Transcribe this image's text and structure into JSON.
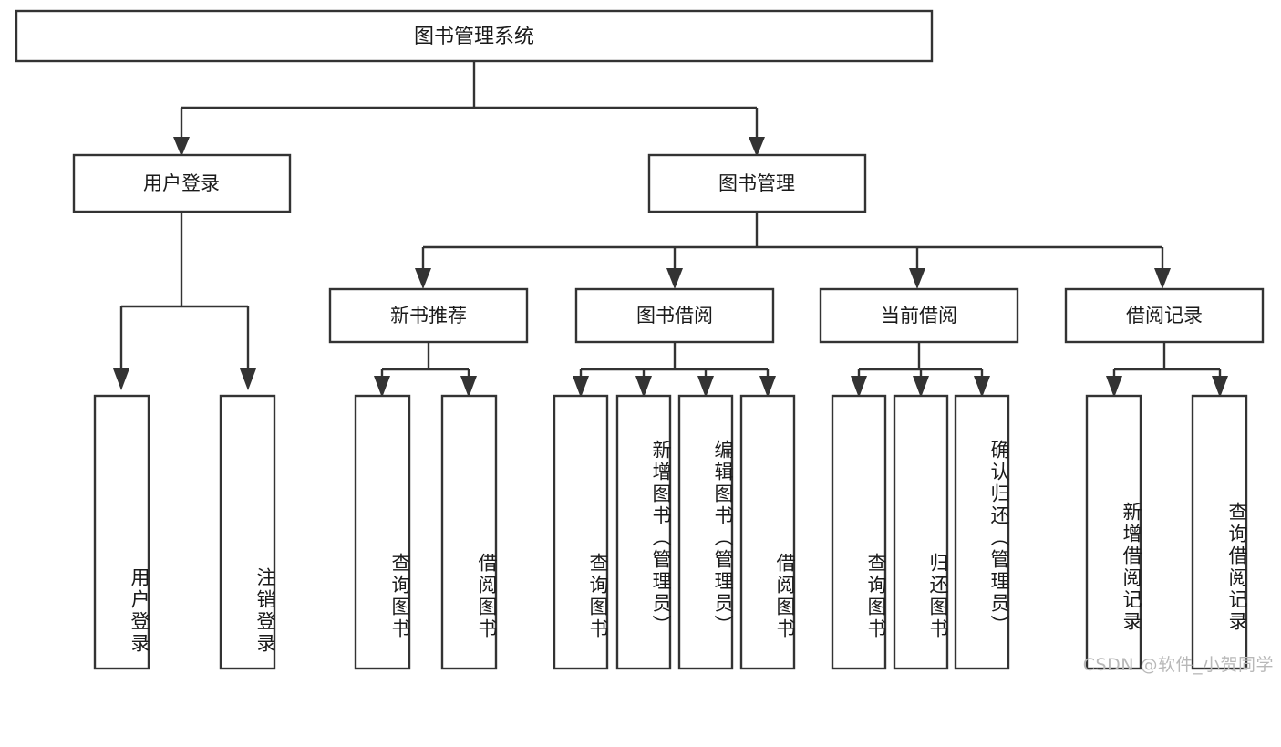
{
  "diagram": {
    "title": "图书管理系统",
    "type": "tree-hierarchy",
    "root": {
      "id": "root",
      "label": "图书管理系统",
      "orientation": "horizontal"
    },
    "level2": [
      {
        "id": "user-login",
        "label": "用户登录",
        "orientation": "horizontal"
      },
      {
        "id": "book-manage",
        "label": "图书管理",
        "orientation": "horizontal"
      }
    ],
    "level3": [
      {
        "id": "new-book-recommend",
        "label": "新书推荐",
        "orientation": "horizontal",
        "parent": "book-manage"
      },
      {
        "id": "book-borrow",
        "label": "图书借阅",
        "orientation": "horizontal",
        "parent": "book-manage"
      },
      {
        "id": "current-borrow",
        "label": "当前借阅",
        "orientation": "horizontal",
        "parent": "book-manage"
      },
      {
        "id": "borrow-record",
        "label": "借阅记录",
        "orientation": "horizontal",
        "parent": "book-manage"
      }
    ],
    "leaves": [
      {
        "id": "leaf-user-login",
        "label": "用户登录",
        "orientation": "vertical",
        "parent": "user-login"
      },
      {
        "id": "leaf-user-logout",
        "label": "注销登录",
        "orientation": "vertical",
        "parent": "user-login"
      },
      {
        "id": "leaf-query-book-1",
        "label": "查询图书",
        "orientation": "vertical",
        "parent": "new-book-recommend"
      },
      {
        "id": "leaf-borrow-book-1",
        "label": "借阅图书",
        "orientation": "vertical",
        "parent": "new-book-recommend"
      },
      {
        "id": "leaf-query-book-2",
        "label": "查询图书",
        "orientation": "vertical",
        "parent": "book-borrow"
      },
      {
        "id": "leaf-add-book",
        "label": "新增图书（管理员）",
        "orientation": "vertical",
        "parent": "book-borrow"
      },
      {
        "id": "leaf-edit-book",
        "label": "编辑图书（管理员）",
        "orientation": "vertical",
        "parent": "book-borrow"
      },
      {
        "id": "leaf-borrow-book-2",
        "label": "借阅图书",
        "orientation": "vertical",
        "parent": "book-borrow"
      },
      {
        "id": "leaf-query-book-3",
        "label": "查询图书",
        "orientation": "vertical",
        "parent": "current-borrow"
      },
      {
        "id": "leaf-return-book",
        "label": "归还图书",
        "orientation": "vertical",
        "parent": "current-borrow"
      },
      {
        "id": "leaf-confirm-return",
        "label": "确认归还（管理员）",
        "orientation": "vertical",
        "parent": "current-borrow"
      },
      {
        "id": "leaf-add-record",
        "label": "新增借阅记录",
        "orientation": "vertical",
        "parent": "borrow-record"
      },
      {
        "id": "leaf-query-record",
        "label": "查询借阅记录",
        "orientation": "vertical",
        "parent": "borrow-record"
      }
    ],
    "colors": {
      "box_stroke": "#333333",
      "box_fill": "#ffffff",
      "text": "#1a1a1a",
      "connector": "#333333",
      "background": "#ffffff",
      "watermark": "#b8b8b8"
    }
  },
  "watermark": {
    "text": "CSDN @软件_小贺同学"
  }
}
